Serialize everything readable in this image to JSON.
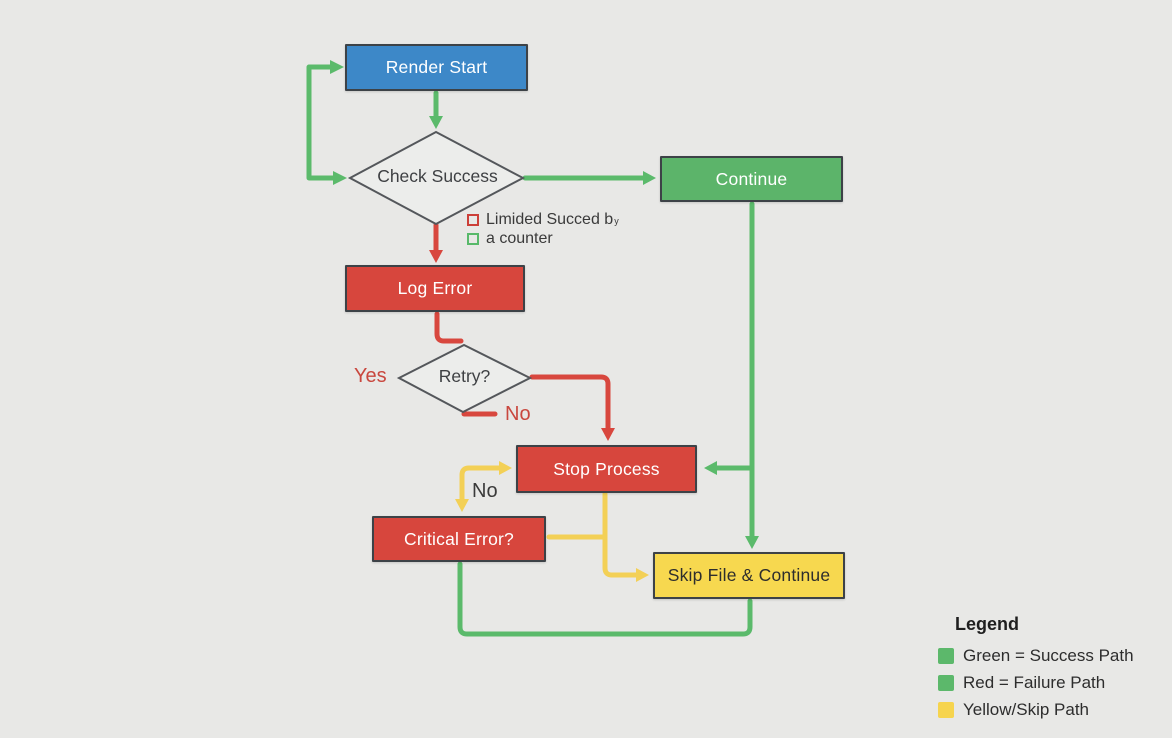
{
  "flowchart": {
    "nodes": {
      "render_start": {
        "label": "Render Start",
        "fill": "#3d88c8"
      },
      "check_success": {
        "label": "Check Success"
      },
      "continue": {
        "label": "Continue",
        "fill": "#5cb46a"
      },
      "log_error": {
        "label": "Log Error",
        "fill": "#d7463d"
      },
      "retry": {
        "label": "Retry?"
      },
      "stop_process": {
        "label": "Stop Process",
        "fill": "#d7463d"
      },
      "critical_error": {
        "label": "Critical Error?",
        "fill": "#d7463d"
      },
      "skip_file": {
        "label": "Skip File & Continue",
        "fill": "#f7d84f"
      }
    },
    "edge_labels": {
      "yes": "Yes",
      "no_retry": "No",
      "no_critical": "No"
    },
    "note": {
      "line1": "Limided Succed b",
      "line1_tail": "y",
      "line2": "a counter"
    }
  },
  "legend": {
    "title": "Legend",
    "items": [
      {
        "swatch": "#5cb86b",
        "label": "Green = Success Path"
      },
      {
        "swatch": "#5cb86b",
        "label": "Red = Failure Path"
      },
      {
        "swatch": "#f6d44e",
        "label": "Yellow/Skip Path"
      }
    ]
  },
  "colors": {
    "background": "#e8e8e6",
    "success_path": "#5bba6b",
    "failure_path": "#d8473e",
    "skip_path": "#f3d056",
    "start_node": "#3d88c8",
    "node_border": "#3d4247"
  }
}
